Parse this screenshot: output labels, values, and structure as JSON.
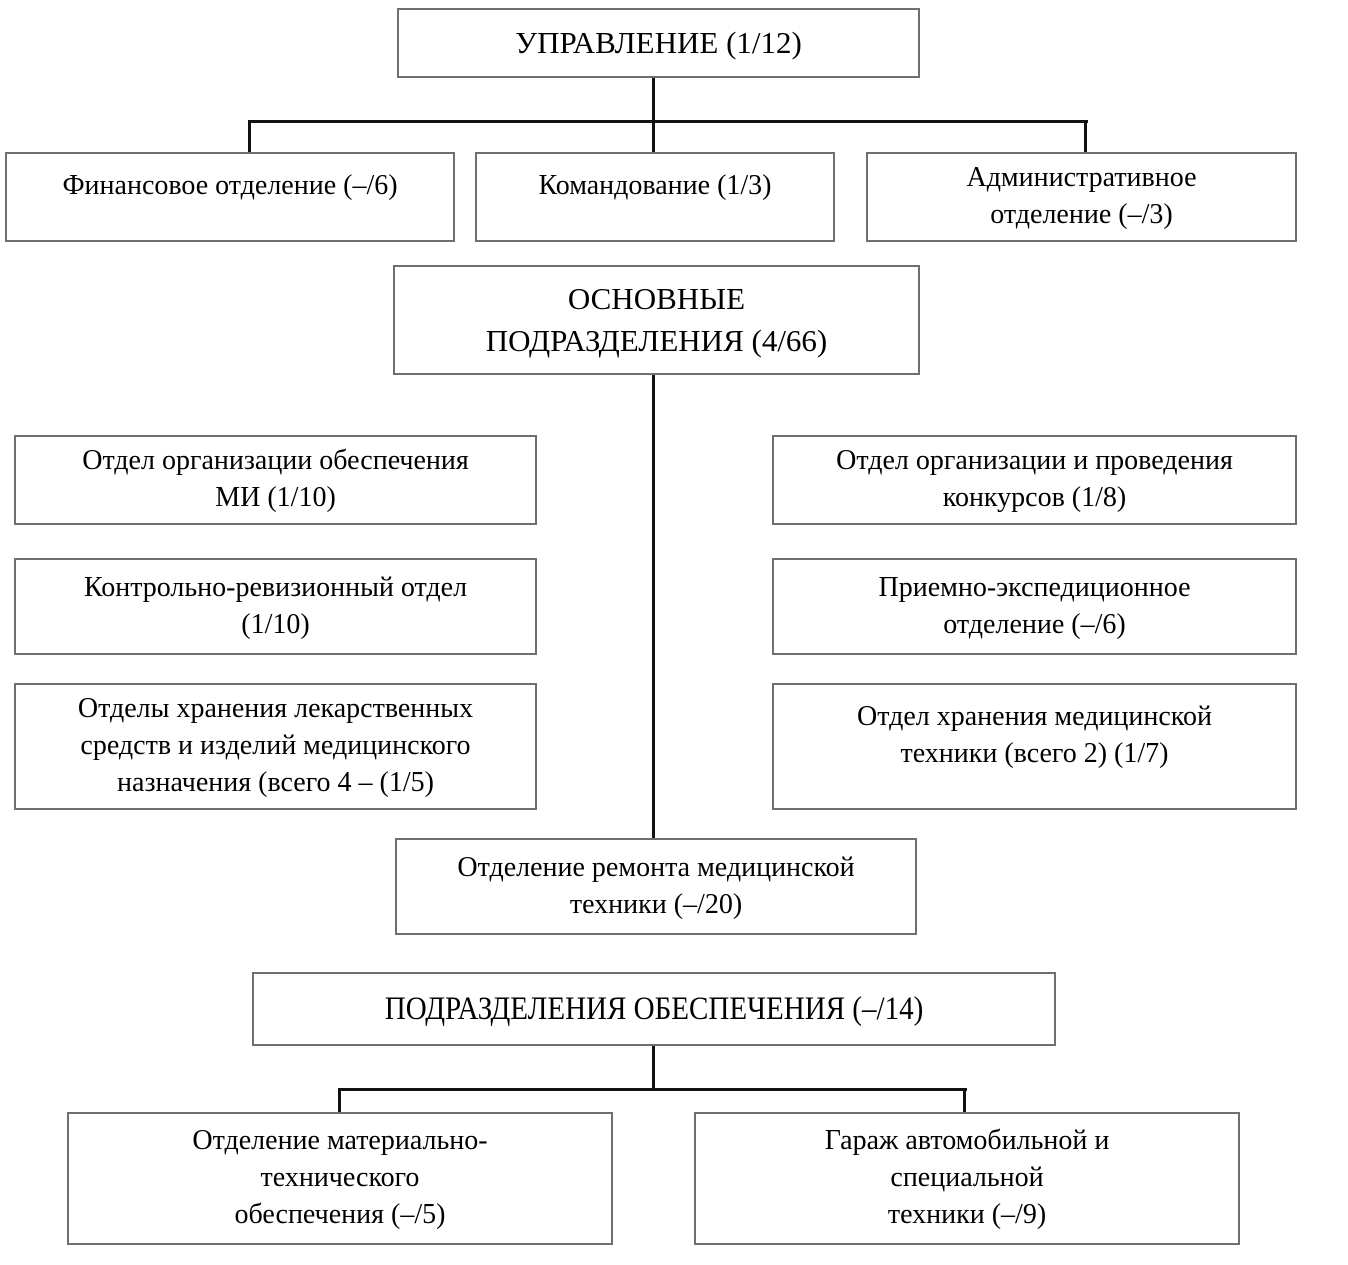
{
  "diagram": {
    "type": "org-chart",
    "background_color": "#ffffff",
    "box_border_color": "#6f6f6f",
    "line_color": "#111111",
    "text_color": "#000000",
    "nodes": {
      "upravlenie": "УПРАВЛЕНИЕ (1/12)",
      "finansovoe": "Финансовое отделение (–/6)",
      "komandovanie": "Командование (1/3)",
      "administrativnoe": "Административное\nотделение (–/3)",
      "osnovnye": "ОСНОВНЫЕ\nПОДРАЗДЕЛЕНИЯ (4/66)",
      "otdel_mi": "Отдел организации обеспечения\nМИ (1/10)",
      "otdel_konkursov": "Отдел организации и проведения\nконкурсов (1/8)",
      "kontrolno": "Контрольно-ревизионный отдел\n(1/10)",
      "priemno": "Приемно-экспедиционное\nотделение (–/6)",
      "otdely_hraneniya": "Отделы хранения лекарственных\nсредств и изделий медицинского\nназначения (всего 4 – (1/5)",
      "otdel_tehniki": "Отдел хранения медицинской\nтехники (всего 2) (1/7)",
      "remont": "Отделение ремонта медицинской\nтехники (–/20)",
      "obespechenie": "ПОДРАЗДЕЛЕНИЯ ОБЕСПЕЧЕНИЯ (–/14)",
      "materialno": "Отделение материально-\nтехнического\nобеспечения (–/5)",
      "garazh": "Гараж автомобильной и\nспециальной\nтехники (–/9)"
    }
  }
}
